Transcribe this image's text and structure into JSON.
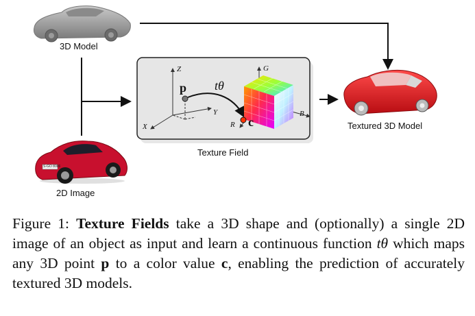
{
  "figure": {
    "model_label": "3D Model",
    "image_label": "2D Image",
    "field_label": "Texture Field",
    "output_label": "Textured 3D Model",
    "plate_text": "S-GO 8006",
    "axes": {
      "z": "Z",
      "y": "Y",
      "x": "X",
      "g": "G",
      "b": "B",
      "r": "R"
    },
    "point": "p",
    "color": "c",
    "function": "tθ"
  },
  "caption": {
    "prefix": "Figure 1: ",
    "bold_term": "Texture Fields",
    "part1": " take a 3D shape and (optionally) a single 2D image of an object as input and learn a continuous function ",
    "func": "tθ",
    "part2": " which maps any 3D point ",
    "point": "p",
    "part3": " to a color value ",
    "color": "c",
    "part4": ", enabling the prediction of accurately textured 3D models."
  },
  "colors": {
    "field_box": "#e4e4e4",
    "gray_car": "#9a9a9a",
    "red_car": "#d81f26",
    "photo_car": "#c8102e"
  }
}
